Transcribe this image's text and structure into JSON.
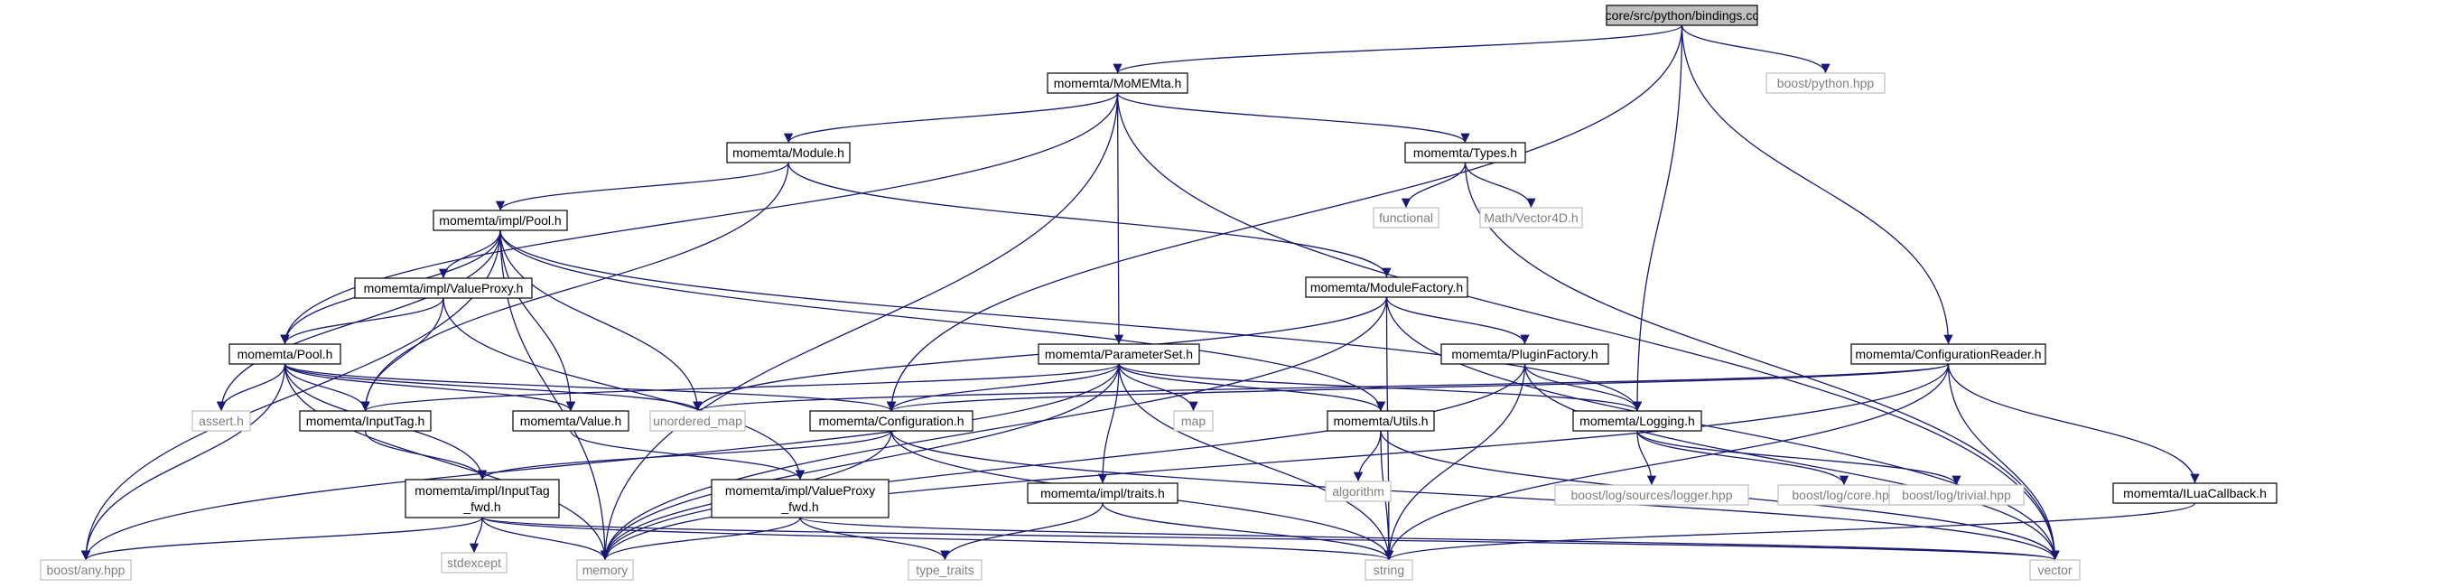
{
  "colors": {
    "edge": "#191970",
    "node_border": "#000000",
    "node_fill": "#ffffff",
    "root_fill": "#bfbfbf",
    "external_border": "#bfbfbf",
    "external_text": "#7f7f7f",
    "text": "#000000"
  },
  "nodes": [
    {
      "id": "bindings",
      "label": "core/src/python/bindings.cc",
      "kind": "root"
    },
    {
      "id": "momemta",
      "label": "momemta/MoMEMta.h",
      "kind": "local"
    },
    {
      "id": "boostpython",
      "label": "boost/python.hpp",
      "kind": "external"
    },
    {
      "id": "module",
      "label": "momemta/Module.h",
      "kind": "local"
    },
    {
      "id": "types",
      "label": "momemta/Types.h",
      "kind": "local"
    },
    {
      "id": "implpool",
      "label": "momemta/impl/Pool.h",
      "kind": "local"
    },
    {
      "id": "functional",
      "label": "functional",
      "kind": "external"
    },
    {
      "id": "vector4d",
      "label": "Math/Vector4D.h",
      "kind": "external"
    },
    {
      "id": "valueproxy",
      "label": "momemta/impl/ValueProxy.h",
      "kind": "local"
    },
    {
      "id": "modulefactory",
      "label": "momemta/ModuleFactory.h",
      "kind": "local"
    },
    {
      "id": "pool",
      "label": "momemta/Pool.h",
      "kind": "local"
    },
    {
      "id": "parameterset",
      "label": "momemta/ParameterSet.h",
      "kind": "local"
    },
    {
      "id": "pluginfactory",
      "label": "momemta/PluginFactory.h",
      "kind": "local"
    },
    {
      "id": "configreader",
      "label": "momemta/ConfigurationReader.h",
      "kind": "local"
    },
    {
      "id": "assert",
      "label": "assert.h",
      "kind": "external"
    },
    {
      "id": "inputtag",
      "label": "momemta/InputTag.h",
      "kind": "local"
    },
    {
      "id": "value",
      "label": "momemta/Value.h",
      "kind": "local"
    },
    {
      "id": "unordered_map",
      "label": "unordered_map",
      "kind": "external"
    },
    {
      "id": "configuration",
      "label": "momemta/Configuration.h",
      "kind": "local"
    },
    {
      "id": "map",
      "label": "map",
      "kind": "external"
    },
    {
      "id": "utils",
      "label": "momemta/Utils.h",
      "kind": "local"
    },
    {
      "id": "logging",
      "label": "momemta/Logging.h",
      "kind": "local"
    },
    {
      "id": "inputtagfwd",
      "label": [
        "momemta/impl/InputTag",
        "_fwd.h"
      ],
      "kind": "local"
    },
    {
      "id": "valueproxyfwd",
      "label": [
        "momemta/impl/ValueProxy",
        "_fwd.h"
      ],
      "kind": "local"
    },
    {
      "id": "traits",
      "label": "momemta/impl/traits.h",
      "kind": "local"
    },
    {
      "id": "algorithm",
      "label": "algorithm",
      "kind": "external"
    },
    {
      "id": "logger",
      "label": "boost/log/sources/logger.hpp",
      "kind": "external"
    },
    {
      "id": "logcore",
      "label": "boost/log/core.hpp",
      "kind": "external"
    },
    {
      "id": "logtrivial",
      "label": "boost/log/trivial.hpp",
      "kind": "external"
    },
    {
      "id": "iluacallback",
      "label": "momemta/ILuaCallback.h",
      "kind": "local"
    },
    {
      "id": "stdexcept",
      "label": "stdexcept",
      "kind": "external"
    },
    {
      "id": "boostany",
      "label": "boost/any.hpp",
      "kind": "external"
    },
    {
      "id": "memory",
      "label": "memory",
      "kind": "external"
    },
    {
      "id": "type_traits",
      "label": "type_traits",
      "kind": "external"
    },
    {
      "id": "string",
      "label": "string",
      "kind": "external"
    },
    {
      "id": "vector",
      "label": "vector",
      "kind": "external"
    }
  ],
  "edges": [
    [
      "bindings",
      "momemta"
    ],
    [
      "bindings",
      "boostpython"
    ],
    [
      "bindings",
      "configuration"
    ],
    [
      "bindings",
      "configreader"
    ],
    [
      "bindings",
      "logging"
    ],
    [
      "momemta",
      "module"
    ],
    [
      "momemta",
      "types"
    ],
    [
      "momemta",
      "parameterset"
    ],
    [
      "momemta",
      "pool"
    ],
    [
      "momemta",
      "memory"
    ],
    [
      "momemta",
      "vector"
    ],
    [
      "module",
      "implpool"
    ],
    [
      "module",
      "modulefactory"
    ],
    [
      "module",
      "inputtag"
    ],
    [
      "types",
      "functional"
    ],
    [
      "types",
      "vector4d"
    ],
    [
      "types",
      "vector"
    ],
    [
      "implpool",
      "valueproxy"
    ],
    [
      "implpool",
      "pool"
    ],
    [
      "implpool",
      "assert"
    ],
    [
      "implpool",
      "value"
    ],
    [
      "implpool",
      "unordered_map"
    ],
    [
      "implpool",
      "utils"
    ],
    [
      "implpool",
      "logging"
    ],
    [
      "implpool",
      "boostany"
    ],
    [
      "implpool",
      "memory"
    ],
    [
      "valueproxy",
      "pool"
    ],
    [
      "valueproxy",
      "inputtag"
    ],
    [
      "valueproxy",
      "valueproxyfwd"
    ],
    [
      "modulefactory",
      "pluginfactory"
    ],
    [
      "modulefactory",
      "unordered_map"
    ],
    [
      "modulefactory",
      "string"
    ],
    [
      "modulefactory",
      "vector"
    ],
    [
      "modulefactory",
      "memory"
    ],
    [
      "pool",
      "assert"
    ],
    [
      "pool",
      "inputtag"
    ],
    [
      "pool",
      "value"
    ],
    [
      "pool",
      "unordered_map"
    ],
    [
      "pool",
      "configuration"
    ],
    [
      "pool",
      "inputtagfwd"
    ],
    [
      "pool",
      "boostany"
    ],
    [
      "pool",
      "memory"
    ],
    [
      "parameterset",
      "inputtag"
    ],
    [
      "parameterset",
      "configuration"
    ],
    [
      "parameterset",
      "map"
    ],
    [
      "parameterset",
      "utils"
    ],
    [
      "parameterset",
      "logging"
    ],
    [
      "parameterset",
      "traits"
    ],
    [
      "parameterset",
      "boostany"
    ],
    [
      "parameterset",
      "memory"
    ],
    [
      "parameterset",
      "string"
    ],
    [
      "pluginfactory",
      "logging"
    ],
    [
      "pluginfactory",
      "memory"
    ],
    [
      "pluginfactory",
      "string"
    ],
    [
      "pluginfactory",
      "vector"
    ],
    [
      "configreader",
      "configuration"
    ],
    [
      "configreader",
      "iluacallback"
    ],
    [
      "configreader",
      "unordered_map"
    ],
    [
      "configreader",
      "memory"
    ],
    [
      "configreader",
      "string"
    ],
    [
      "configreader",
      "vector"
    ],
    [
      "inputtag",
      "inputtagfwd"
    ],
    [
      "value",
      "valueproxyfwd"
    ],
    [
      "configuration",
      "inputtagfwd"
    ],
    [
      "configuration",
      "string"
    ],
    [
      "configuration",
      "vector"
    ],
    [
      "configuration",
      "memory"
    ],
    [
      "utils",
      "algorithm"
    ],
    [
      "utils",
      "string"
    ],
    [
      "utils",
      "vector"
    ],
    [
      "logging",
      "logger"
    ],
    [
      "logging",
      "logcore"
    ],
    [
      "logging",
      "logtrivial"
    ],
    [
      "inputtagfwd",
      "stdexcept"
    ],
    [
      "inputtagfwd",
      "memory"
    ],
    [
      "inputtagfwd",
      "vector"
    ],
    [
      "inputtagfwd",
      "boostany"
    ],
    [
      "inputtagfwd",
      "string"
    ],
    [
      "valueproxyfwd",
      "memory"
    ],
    [
      "valueproxyfwd",
      "type_traits"
    ],
    [
      "valueproxyfwd",
      "vector"
    ],
    [
      "traits",
      "string"
    ],
    [
      "traits",
      "type_traits"
    ],
    [
      "iluacallback",
      "string"
    ]
  ]
}
